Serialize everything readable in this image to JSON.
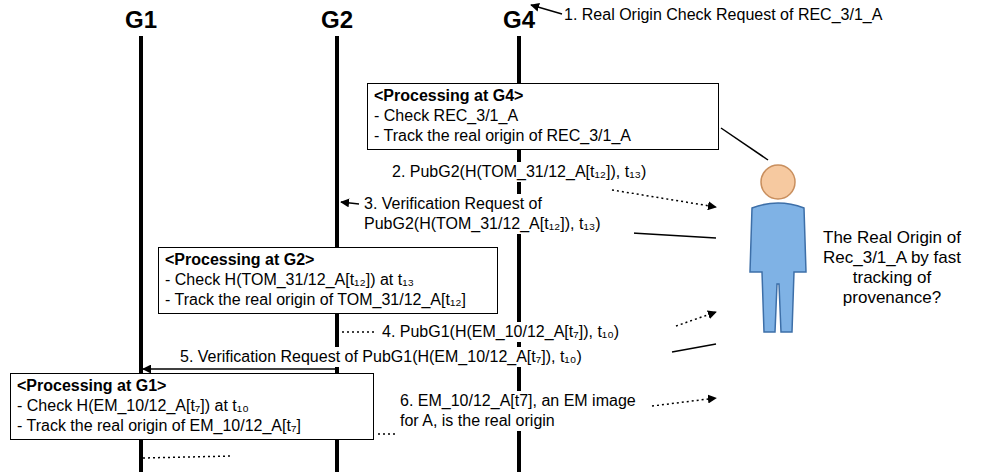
{
  "diagram": {
    "nodes": [
      {
        "text": [
          "G1"
        ]
      },
      {
        "text": [
          "G2"
        ]
      },
      {
        "text": [
          "G4"
        ]
      },
      {
        "text": [
          "<Processing at G4>",
          "- Check REC_3/1_A",
          "- Track the real origin of REC_3/1_A"
        ]
      },
      {
        "text": [
          "<Processing at G2>",
          "- Check H(TOM_31/12_A[t₁₂]) at t₁₃",
          "- Track the real origin of TOM_31/12_A[t₁₂]"
        ]
      },
      {
        "text": [
          "<Processing at G1>",
          "- Check H(EM_10/12_A[t₇]) at t₁₀",
          "- Track the real origin of EM_10/12_A[t₇]"
        ]
      }
    ],
    "edges": [
      {
        "from": 1,
        "to": 0,
        "arrow": "to",
        "label": "5. Verification Request of PubG1(H(EM_10/12_A[t₇]), t₁₀)"
      }
    ],
    "labels": [
      "1. Real Origin Check Request of REC_3/1_A",
      "2. PubG2(H(TOM_31/12_A[t₁₂]), t₁₃)",
      "3. Verification Request of PubG2(H(TOM_31/12_A[t₁₂]), t₁₃)",
      "4. PubG1(H(EM_10/12_A[t₇]), t₁₀)",
      "6. EM_10/12_A[t7], an EM image for A, is the real origin",
      "The Real Origin of Rec_3/1_A by fast tracking of provenance?"
    ]
  }
}
